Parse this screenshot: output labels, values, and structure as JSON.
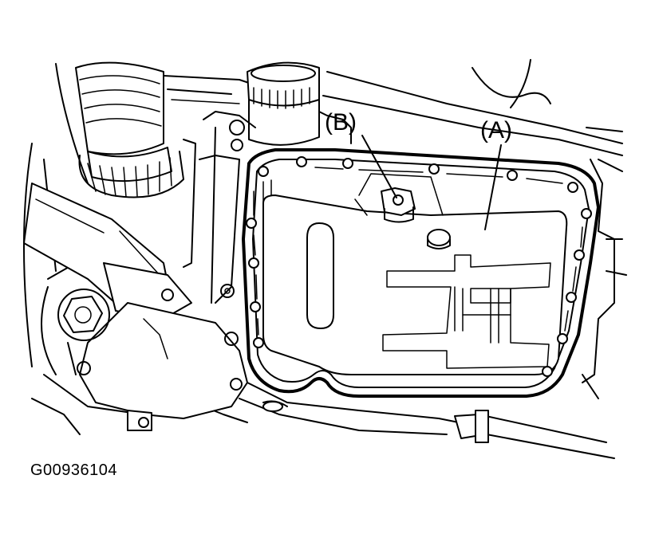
{
  "figure_code": "G00936104",
  "callouts": {
    "a": {
      "text": "(A)",
      "target": "pan"
    },
    "b": {
      "text": "(B)",
      "target": "drain-plug"
    }
  }
}
